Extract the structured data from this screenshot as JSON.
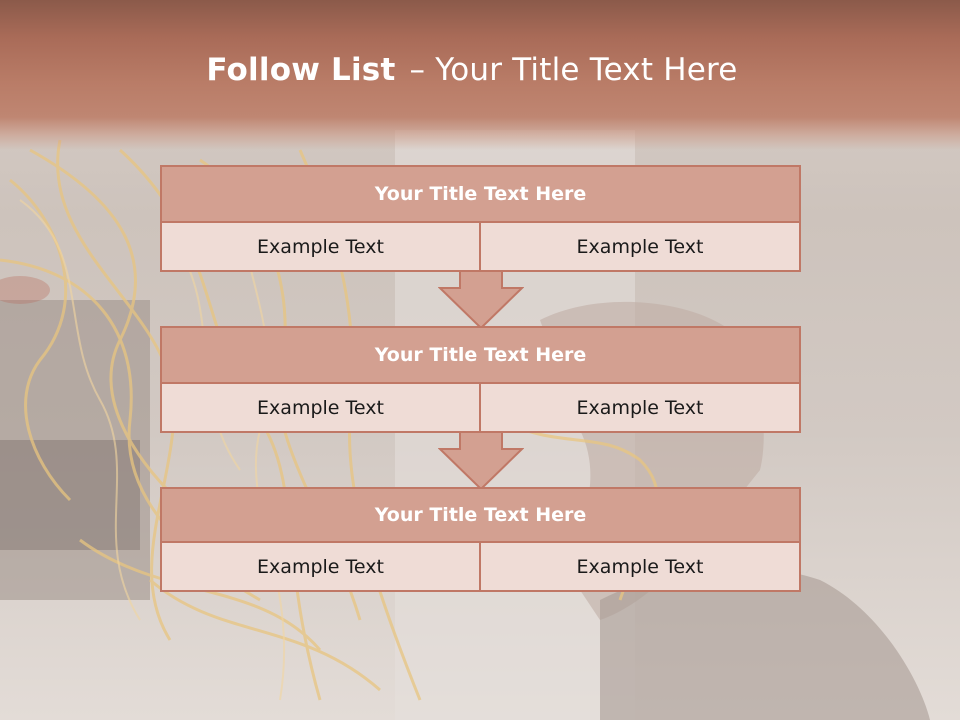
{
  "slide": {
    "title_bold": "Follow List",
    "title_dash": "–",
    "title_rest": "Your Title Text Here"
  },
  "blocks": [
    {
      "title": "Your Title Text Here",
      "left": "Example Text",
      "right": "Example Text"
    },
    {
      "title": "Your Title Text Here",
      "left": "Example Text",
      "right": "Example Text"
    },
    {
      "title": "Your Title Text Here",
      "left": "Example Text",
      "right": "Example Text"
    }
  ],
  "colors": {
    "title_band": "#b97c67",
    "header_fill": "#d3a091",
    "cell_fill": "#efdcd6",
    "border": "#c07866",
    "arrow_fill": "#d3a091"
  },
  "icons": [
    "down-arrow-icon"
  ]
}
